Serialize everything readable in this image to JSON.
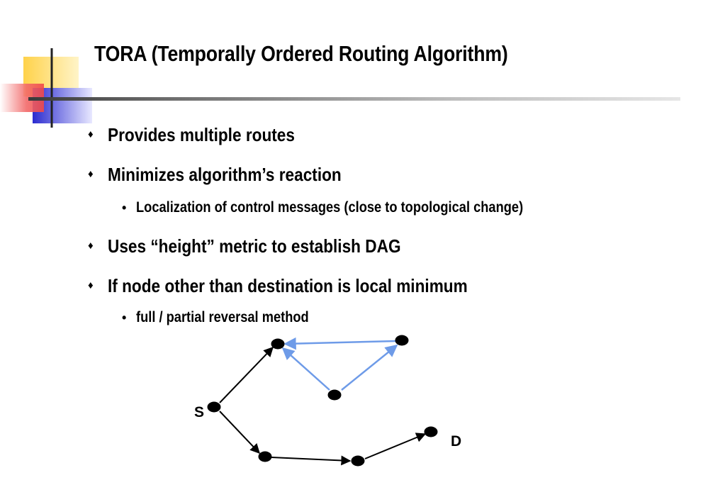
{
  "slide": {
    "title": "TORA (Temporally Ordered Routing Algorithm)",
    "colors": {
      "accent_yellow": "#FFD24A",
      "accent_red": "#F05A5A",
      "accent_blue": "#2B2BD0",
      "edge_blue": "#6E9BE8",
      "edge_black": "#000000"
    },
    "bullets": [
      {
        "marker": "♦",
        "text": "Provides multiple routes"
      },
      {
        "marker": "♦",
        "text": "Minimizes algorithm’s reaction"
      },
      {
        "marker": "•",
        "text": "Localization of control messages (close to topological change)"
      },
      {
        "marker": "♦",
        "text": "Uses “height” metric to establish DAG"
      },
      {
        "marker": "♦",
        "text": "If node other than destination is local minimum"
      },
      {
        "marker": "•",
        "text": "full / partial reversal method"
      }
    ]
  },
  "graph": {
    "source_label": "S",
    "destination_label": "D"
  }
}
